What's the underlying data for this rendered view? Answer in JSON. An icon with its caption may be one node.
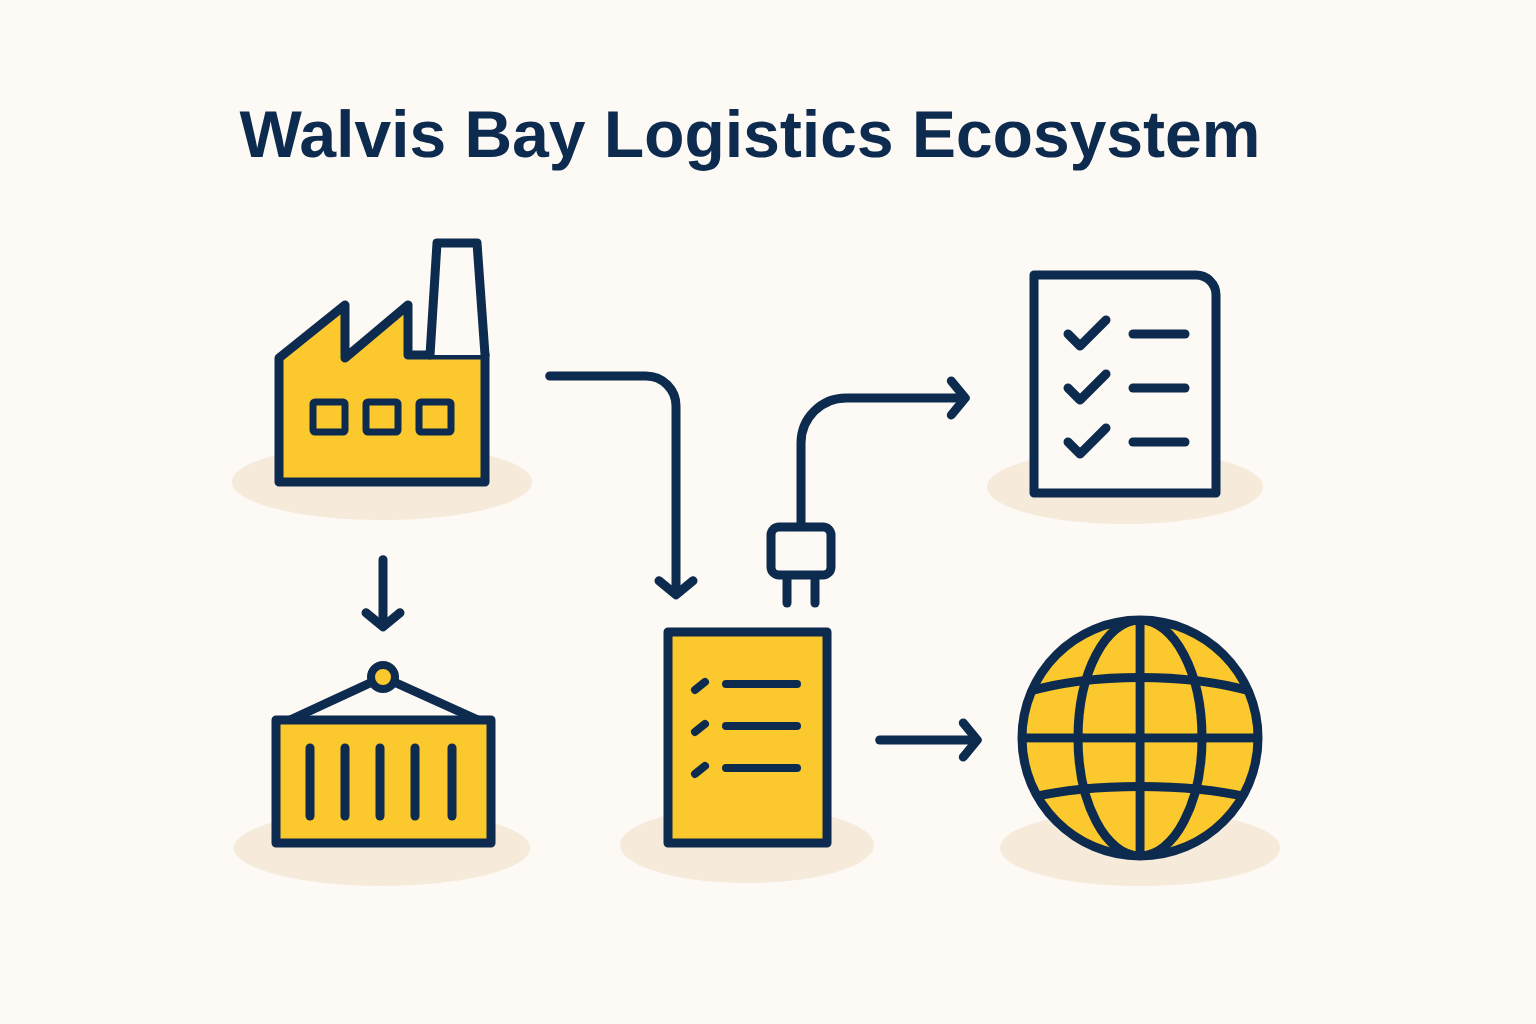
{
  "diagram": {
    "title": "Walvis Bay Logistics Ecosystem",
    "nodes": [
      {
        "text": [],
        "shape": "factory"
      },
      {
        "text": [],
        "shape": "container"
      },
      {
        "text": [],
        "shape": "document"
      },
      {
        "text": [],
        "shape": "checklist"
      },
      {
        "text": [],
        "shape": "globe"
      },
      {
        "text": [],
        "shape": "plug"
      }
    ],
    "edges": [
      {
        "from": 0,
        "to": 2,
        "arrow": "to"
      },
      {
        "from": 0,
        "to": 1,
        "arrow": "to"
      },
      {
        "from": 5,
        "to": 3,
        "arrow": "to"
      },
      {
        "from": 2,
        "to": 4,
        "arrow": "to"
      }
    ]
  }
}
